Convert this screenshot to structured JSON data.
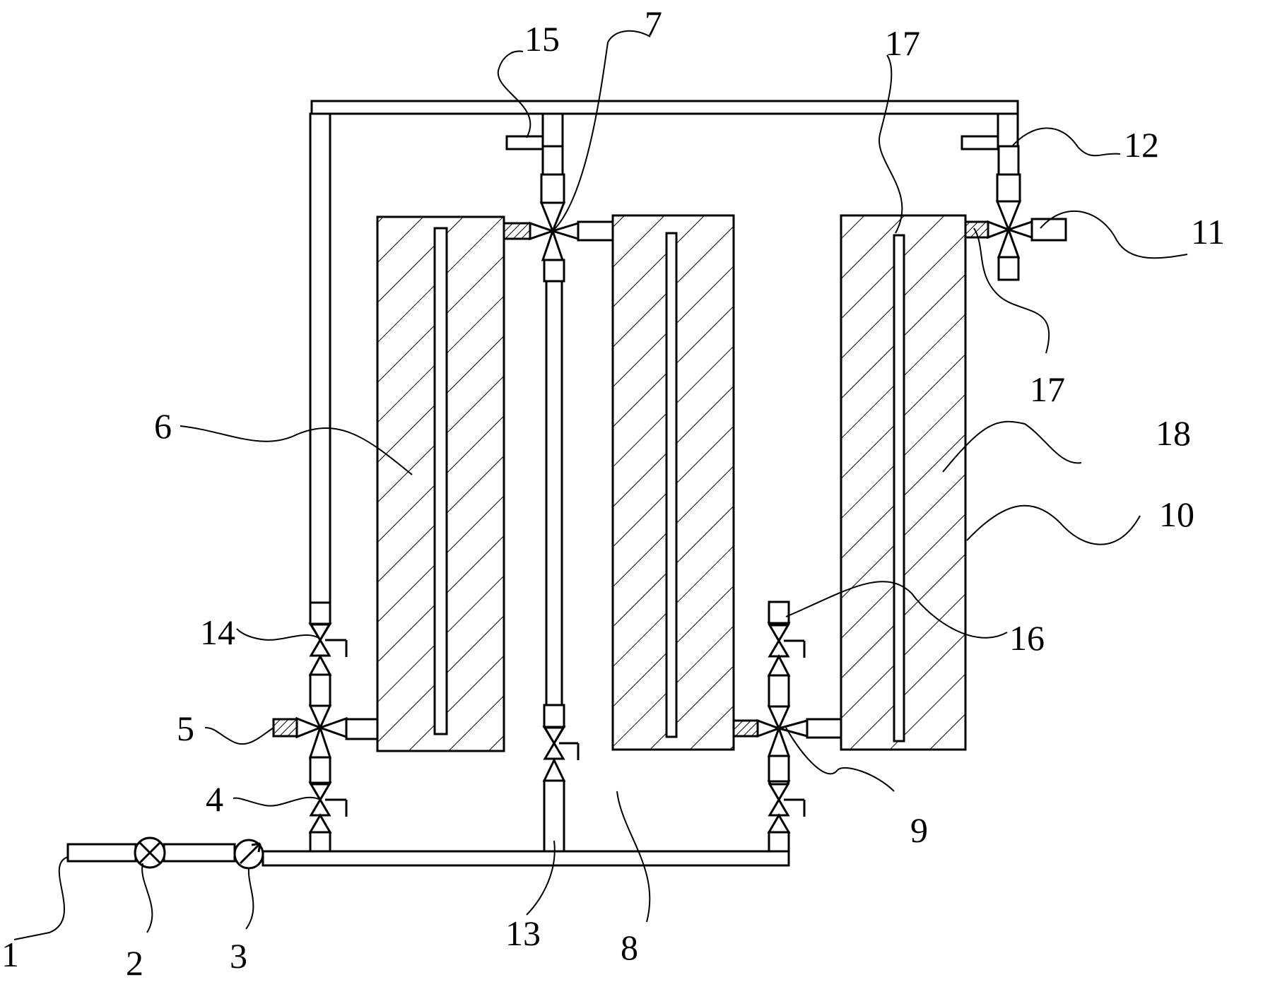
{
  "labels": {
    "l1": "1",
    "l2": "2",
    "l3": "3",
    "l4": "4",
    "l5": "5",
    "l6": "6",
    "l7": "7",
    "l8": "8",
    "l9": "9",
    "l10": "10",
    "l11": "11",
    "l12": "12",
    "l13": "13",
    "l14": "14",
    "l15": "15",
    "l16": "16",
    "l17a": "17",
    "l17b": "17",
    "l18": "18"
  }
}
